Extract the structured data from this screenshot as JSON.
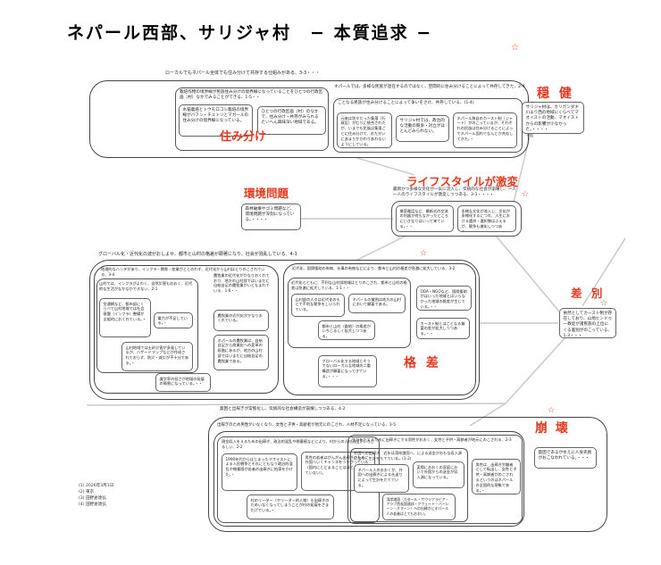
{
  "title": "ネパール西部、サリジャ村　− 本質追求 −",
  "star": "☆",
  "colors": {
    "accent": "#e8391f",
    "line": "#c8c8c8",
    "border": "#555555"
  },
  "sections": {
    "sumiwake": {
      "outer_header": "ローカルでもネパール全体でも住み分けて共存する仕組みがある、3-3・・・",
      "label": "住み分け",
      "left": {
        "header": "栽培作物の境界線が民族住み分けの境界線になっていることをひとつの行政区画（村）なかでみることができる、1-5・・",
        "notes": [
          "水稲栽培とトウモロコシ栽培の境界線がバフン・チェトリとマガールの住み分けの境界線になっている。",
          "ひとつの行政区画（村）のなかで、住み分け・共存がみられるたいへん興味深い地域である。"
        ]
      },
      "right": {
        "header": "ネパールでは、多様な民族が混在するのではなく、空間的に住み分けることによって共存してきた、2-4",
        "sub_header": "ことなる民族が住み分けることによって争いをさけ、共存している、(1-4)",
        "notes": [
          "元来は別々だった集落（行政区）がむりに統合されたが、いまでも民族は集落ごとに住み分けて、おたがいにあまりかかわりあわないようにしている。",
          "サリジャ村では、政治的な活動の競争・対立がほとんどみられない。",
          "ネパール独自のカースト制（ジャート）がのこっているが、それぞれの民族は住み分けることによってネパール国内でなんとか共存してきた。・"
        ]
      }
    },
    "onken": {
      "label": "穏 健",
      "note": "サリジャ村は、カリガンダキ川より西の地域にくらべてマオイストの活動、マオイストからの影響が少なかった。・・・・"
    },
    "lifestyle": {
      "label": "ライフスタイルが激変",
      "header": "最新かつ多様な文化が一気に流入し、伝統的な社会が崩壊し、一人一人のライフスタイルが激変しつつある、3-1・・・・",
      "notes": [
        "携帯電話など、最新式の交流の利器が何もなかったところにいきなりはいって来ている。・・",
        "多様な文化が流入し、文化が多様化するにつれ、人生における選択・選択肢はふえるが、競争も激化しつつある。・・"
      ]
    },
    "kankyo": {
      "label": "環境問題",
      "note": "森林破壊やゴミ問題など、環境問題が深刻になっている。・・・・"
    },
    "kakusa": {
      "outer_header": "グローバル化・近代化の波がおしよせ、都市と山村の格差が顕著になり、社会が混乱している、4-1",
      "label": "格 差",
      "left": {
        "header": "地理的なハンデがあり、インフラ・教育・産業がととのわず、近代化から山村はとりのこされている、3-4",
        "infra": {
          "header": "山村では、インフラがよわく、自然災害もおおく、近代的な生活がなかなかできない、2-1",
          "notes": [
            "交通網など、都市部にくらべて山村地域では社会基盤（インフラ）整備が全般的におくれている。・",
            "電力が不足している。・",
            "山村地域では土砂災害が多発しているが、ハザードマップなどが作成されておらず、防災・減災が不十分である。・"
          ]
        },
        "literacy_note": "識字率の低さが地域の発展の障害になっている。・・",
        "agri": {
          "header": "農牧業の近代化がかなりおくれており、地方の山村部ではいまだに自給自足の農牧業がいとなまれている、1-6・・",
          "notes": [
            "農牧業の近代化がかなりおくれている。",
            "ネパールの農牧業は、自給自足から商業化への変革の段階にあるが、地方の山村部ではいまだに自給自足の農牧業である。"
          ]
        }
      },
      "right": {
        "header": "近代化、国際援助の有無、仕事の有無などにより、都市と山村の格差が急激に拡大している、3-2",
        "sub": {
          "header": "近代化とともに、不利な山村部地域はとりのこされ、都市と山村の格差は急激に拡大している、1-1・・",
          "notes": [
            "山村部の人々は近代化のもとで不利な競争をしいられている。",
            "ネパールの貧困は地方の山村において顕著である。",
            "都市と山村（僻地）の格差がいちじるしく拡大しつつある。"
          ]
        },
        "aid_notes": [
          "ODA・NGOなど、国際援助がはいった地域とはいらなかった地域の格差が生じている。・・",
          "カースト制とはことなる貧富の差が拡大しつつある。・・"
        ],
        "dual_note": "グローバル化する地域とそうでないローカルな地域の二重構造が顕著になってきている。・・・"
      }
    },
    "sabetsu": {
      "label": "差 別",
      "note": "依然としてカースト制が存在しており、山地ヒンドゥー教徒が諸民族の上位にくる差別がのこっている、1-3・・・"
    },
    "hokai": {
      "outer_header": "貧困と出稼ぎが常態化し、伝統的な社会構造が崩壊しつつある、4-2",
      "label": "崩 壊",
      "trafficking_note": "貧困であるがゆえに人身売買がおこなわれている。・・・",
      "header_35": "出稼ぎのため男性がいなくなり、女性と子供・高齢者が地元にのこされ、人材不足になっている、3-5",
      "left": {
        "header": "現金収入をえるための出稼ぎ、政治的混乱や閉塞感などにより、村からの人材流出がいちじるしい、2-2",
        "notes": [
          "1990年代からはじまったマオイストによる人民戦争とそれにともなう政治的混乱や閉塞感が若者の出稼ぎに拍車をかけた。・",
          "男性の若者はがんがん出稼ぎのために外国へいくチャンスをうかがっている（国内にとどまることはほとんど考えていない）。",
          "村のリーダー（やリーダー的人物）も出稼ぎのためいなくなってしまうことが村の発展をさまたげている。・"
        ]
      },
      "right": {
        "header": "生計をたてるために出稼ぎにでる男性がおおく、女性と子供・高齢者が地元にのこされる、2-3",
        "remit": {
          "header": "外国への出稼ぎ、近年は湾岸諸国へ、による送金がおもな収入源になり、生計をたてている。(1-2)",
          "notes": [
            "ネパール人のおおくが、外国への出稼ぎによる仕送りによって生計をたてている。",
            "実際におおくの家庭において外国からの送金が収入源になっている。",
            "湾岸諸国（カタール・サウジアラビア・アラブ首長国連邦・クウェート・バーレーン・オマーン）への出稼ぎにネパール人の若者はとてもおおい。"
          ]
        },
        "note": "男性は、出稼ぎ労働者として転出し、女性と子供・高齢者がのこされるというのはネパールの全国的な現象である。・"
      }
    }
  },
  "footnotes": "(1) 2026年3月1日\n(2) 東京\n(3) 田野倉達弘\n(4) 田野倉達弘"
}
